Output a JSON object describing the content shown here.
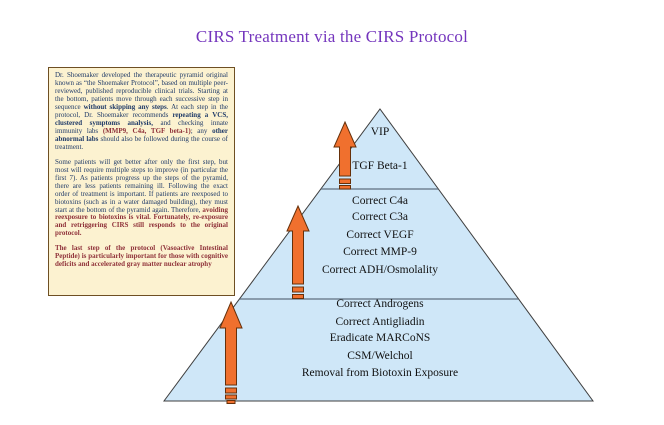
{
  "title": "CIRS Treatment via the CIRS Protocol",
  "colors": {
    "title_text": "#7435BD",
    "box_background": "#FCF2D0",
    "box_border": "#6E4F23",
    "body_text_navy": "#1F3A68",
    "emphasis_maroon": "#8F3139",
    "pyramid_fill": "#CFE7F8",
    "pyramid_outline": "#3F3F3F",
    "tier_divider": "#5F7080",
    "arrow_fill": "#F0702E",
    "arrow_outline": "#66300A"
  },
  "textbox": {
    "p1": {
      "s0": "Dr. Shoemaker developed the therapeutic pyramid original known as “the Shoemaker Protocol”, based on multiple peer-reviewed, published reproducible clinical trials. Starting at the bottom, patients move through each successive step in sequence ",
      "s1": "without skipping any steps",
      "s2": ".  At each step in the protocol, Dr. Shoemaker recommends ",
      "s3": "repeating a VCS, clustered symptoms analysis,",
      "s4": " and checking innate immunity labs ",
      "s5": "(MMP9, C4a, TGF beta-1)",
      "s6": "; any ",
      "s7": "other abnormal labs",
      "s8": " should also be followed during the course of treatment."
    },
    "p2": {
      "s0": "Some patients will get better after only the first step, but most will require multiple steps to improve (in particular the first 7).  As patients progress up the steps of the pyramid, there are less patients remaining ill.  Following the exact order of treatment is important.  If patients are reexposed to biotoxins (such as in a water damaged building), they must start at the bottom of the pyramid again. Therefore, ",
      "s1": "avoiding reexposure to biotoxins is vital.  Fortunately, re-exposure and retriggering CIRS still responds to the original protocol."
    },
    "p3": {
      "s0": "The last step of the protocol (Vasoactive Intestinal Peptide) is particularly important for those with cognitive deficits and accelerated gray matter nuclear atrophy"
    }
  },
  "pyramid": {
    "tiers": [
      {
        "labels": [
          "VIP",
          "TGF Beta-1"
        ]
      },
      {
        "labels": [
          "Correct C4a",
          "Correct C3a",
          "Correct VEGF",
          "Correct MMP-9",
          "Correct ADH/Osmolality"
        ]
      },
      {
        "labels": [
          "Correct Androgens",
          "Correct Antigliadin",
          "Eradicate MARCoNS",
          "CSM/Welchol",
          "Removal from Biotoxin Exposure"
        ]
      }
    ]
  }
}
